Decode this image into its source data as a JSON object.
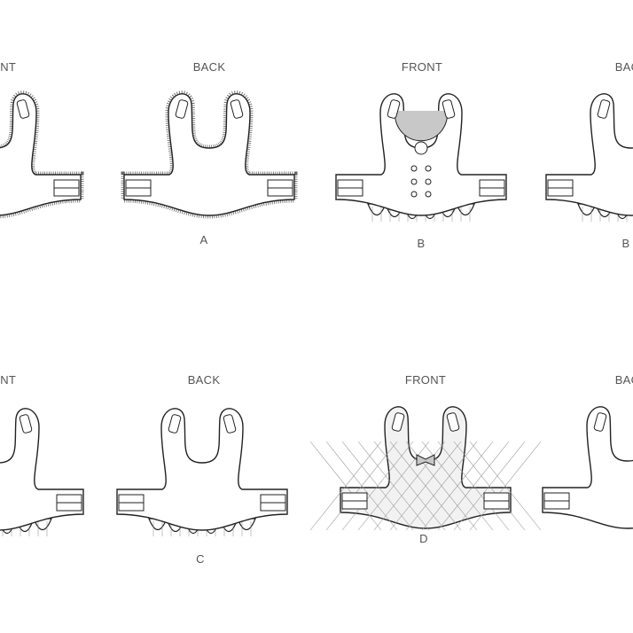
{
  "views": [
    {
      "id": "a-front",
      "label": "FRONT",
      "letter": "",
      "style": "fringe",
      "row": 0
    },
    {
      "id": "a-back",
      "label": "BACK",
      "letter": "A",
      "style": "fringe",
      "row": 0
    },
    {
      "id": "b-front",
      "label": "FRONT",
      "letter": "B",
      "style": "ruffle-collar",
      "row": 0
    },
    {
      "id": "b-back",
      "label": "BACK",
      "letter": "B",
      "style": "ruffle",
      "row": 0
    },
    {
      "id": "c-front",
      "label": "FRONT",
      "letter": "",
      "style": "ruffle",
      "row": 1
    },
    {
      "id": "c-back",
      "label": "BACK",
      "letter": "C",
      "style": "ruffle",
      "row": 1
    },
    {
      "id": "d-front",
      "label": "FRONT",
      "letter": "D",
      "style": "quilted",
      "row": 1
    },
    {
      "id": "d-back",
      "label": "BACK",
      "letter": "",
      "style": "plain",
      "row": 1
    }
  ],
  "colors": {
    "line": "#222222",
    "fill": "#ffffff",
    "shade": "#c8c8c8",
    "text": "#555555"
  }
}
